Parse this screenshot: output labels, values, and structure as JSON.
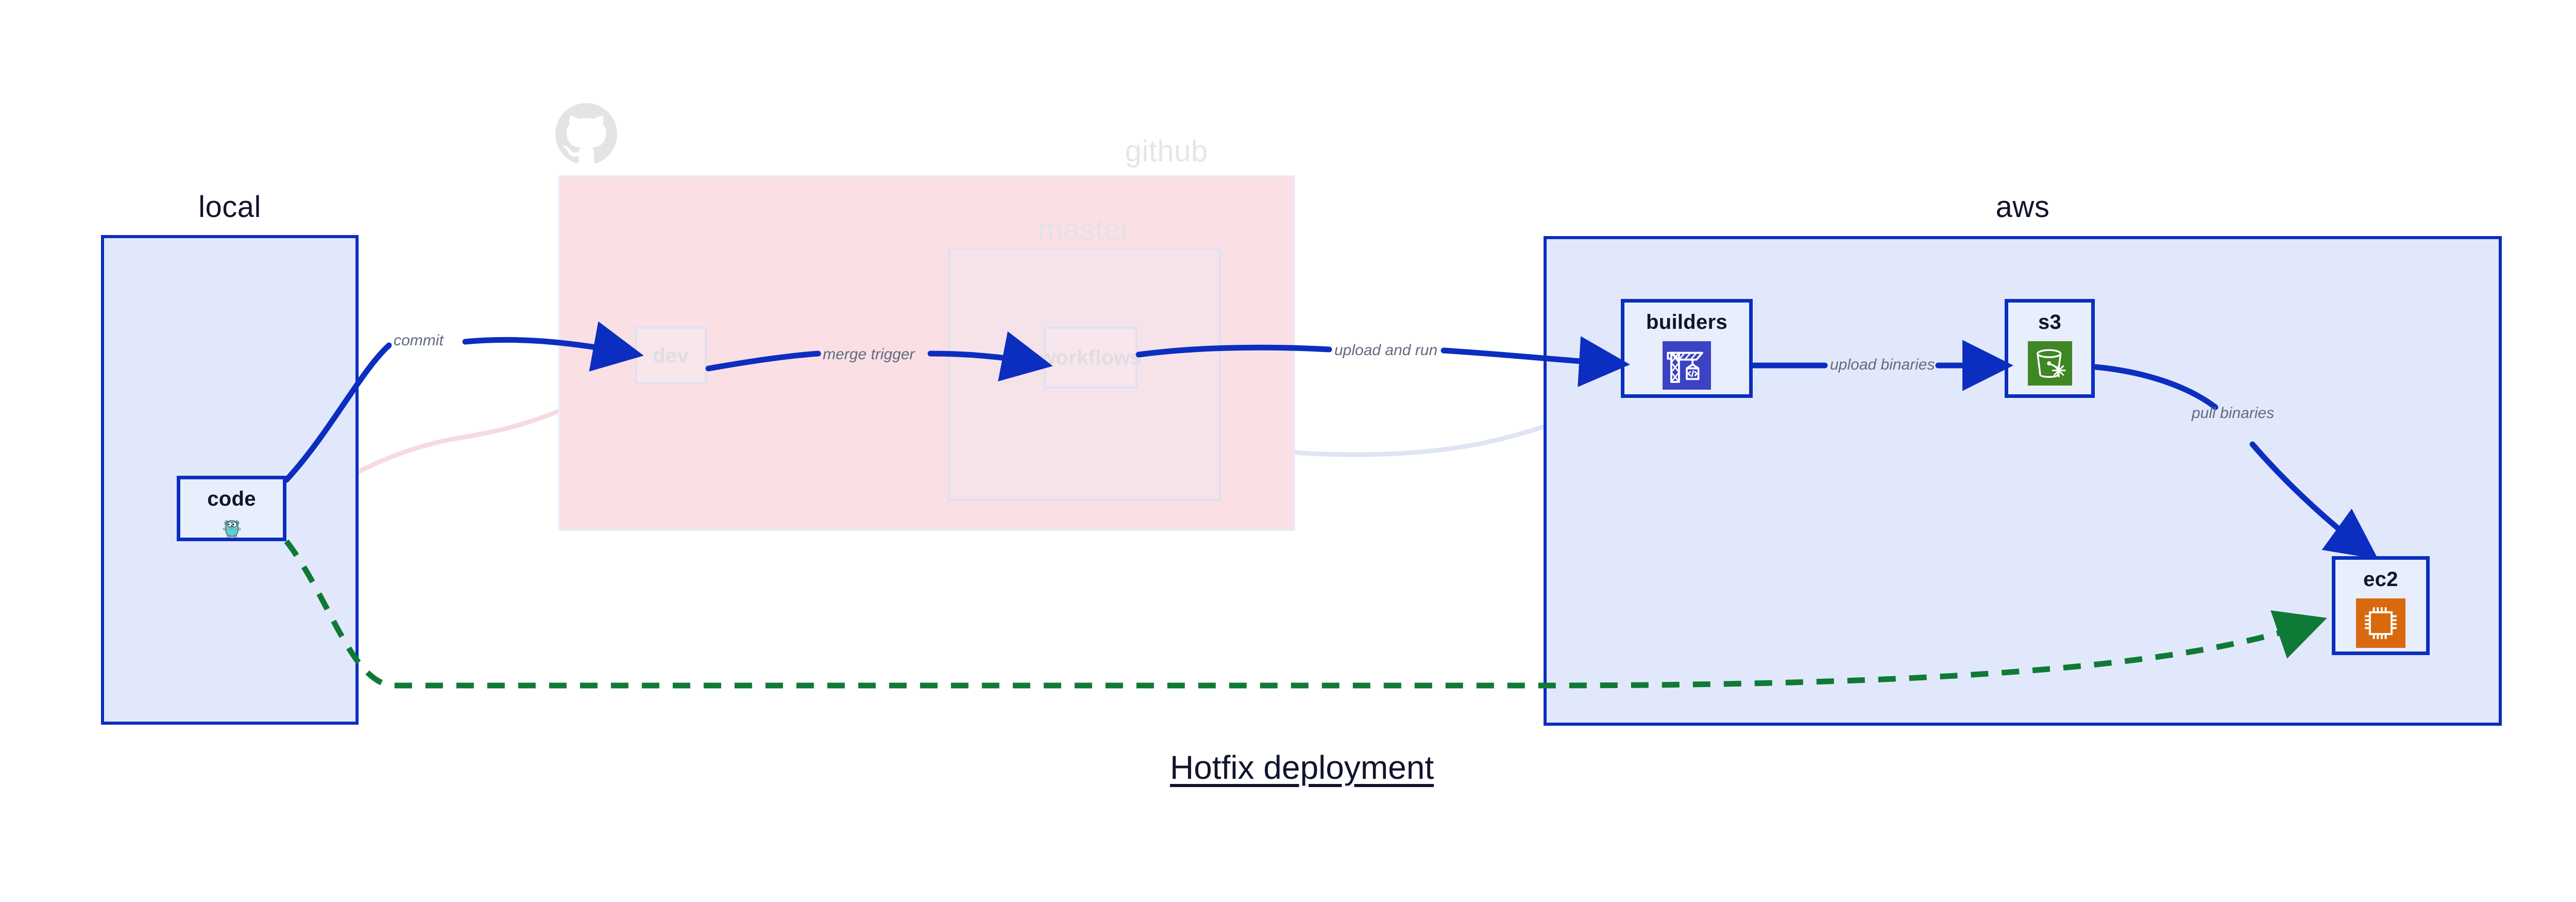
{
  "title": "Hotfix deployment",
  "groups": [
    {
      "id": "local",
      "label": "local",
      "fill": "#e2e8fb",
      "stroke": "#0b2ec0"
    },
    {
      "id": "github",
      "label": "github",
      "fill": "#fadfe5",
      "stroke": "#e7ecfb"
    },
    {
      "id": "master",
      "label": "master",
      "fill": "#f6e3ea",
      "stroke": "#dfe0f0"
    },
    {
      "id": "aws",
      "label": "aws",
      "fill": "#e2e8fb",
      "stroke": "#0b2ec0"
    }
  ],
  "nodes": [
    {
      "id": "code",
      "label": "code",
      "icon": "go-gopher-icon",
      "state": "active"
    },
    {
      "id": "dev",
      "label": "dev",
      "icon": "none",
      "state": "faded"
    },
    {
      "id": "workflows",
      "label": "workflows",
      "icon": "none",
      "state": "faded"
    },
    {
      "id": "builders",
      "label": "builders",
      "icon": "aws-codebuild-crane-icon",
      "icon_color": "#3c42c4",
      "state": "active"
    },
    {
      "id": "s3",
      "label": "s3",
      "icon": "aws-s3-glacier-bucket-icon",
      "icon_color": "#3f8624",
      "state": "active"
    },
    {
      "id": "ec2",
      "label": "ec2",
      "icon": "aws-ec2-chip-icon",
      "icon_color": "#d9690e",
      "state": "active"
    }
  ],
  "edges": [
    {
      "id": "commit",
      "label": "commit",
      "from": "code",
      "to": "dev",
      "style": "solid",
      "color": "#0b2ec0",
      "state": "active"
    },
    {
      "id": "merge-trigger",
      "label": "merge trigger",
      "from": "dev",
      "to": "workflows",
      "style": "solid",
      "color": "#0b2ec0",
      "state": "active"
    },
    {
      "id": "upload-and-run",
      "label": "upload and run",
      "from": "workflows",
      "to": "builders",
      "style": "solid",
      "color": "#0b2ec0",
      "state": "active"
    },
    {
      "id": "upload-binaries",
      "label": "upload binaries",
      "from": "builders",
      "to": "s3",
      "style": "solid",
      "color": "#0b2ec0",
      "state": "active"
    },
    {
      "id": "pull-binaries",
      "label": "pull binaries",
      "from": "s3",
      "to": "ec2",
      "style": "solid",
      "color": "#0b2ec0",
      "state": "active"
    },
    {
      "id": "hotfix-direct",
      "label": "",
      "from": "code",
      "to": "ec2",
      "style": "dashed",
      "color": "#0f7a35",
      "state": "active"
    },
    {
      "id": "faded-code-dev",
      "label": "",
      "from": "code",
      "to": "dev",
      "style": "solid",
      "color": "#f6dae2",
      "state": "faded"
    },
    {
      "id": "faded-dev-wf",
      "label": "",
      "from": "dev",
      "to": "workflows",
      "style": "solid",
      "color": "#e4e6f6",
      "state": "faded"
    },
    {
      "id": "faded-wf-build",
      "label": "",
      "from": "workflows",
      "to": "builders",
      "style": "solid",
      "color": "#dfe4f6",
      "state": "faded"
    }
  ],
  "colors": {
    "accent_blue": "#0b2ec0",
    "group_blue_fill": "#e2e8fb",
    "github_pink_fill": "#fadfe5",
    "green_dashed": "#0f7a35",
    "label_grey": "#616b7d",
    "faded_grey": "#e4e1e6",
    "text_dark": "#10142c"
  },
  "decoration": {
    "github_logo": "github-octocat-icon",
    "github_logo_color": "#e4e4e4"
  }
}
